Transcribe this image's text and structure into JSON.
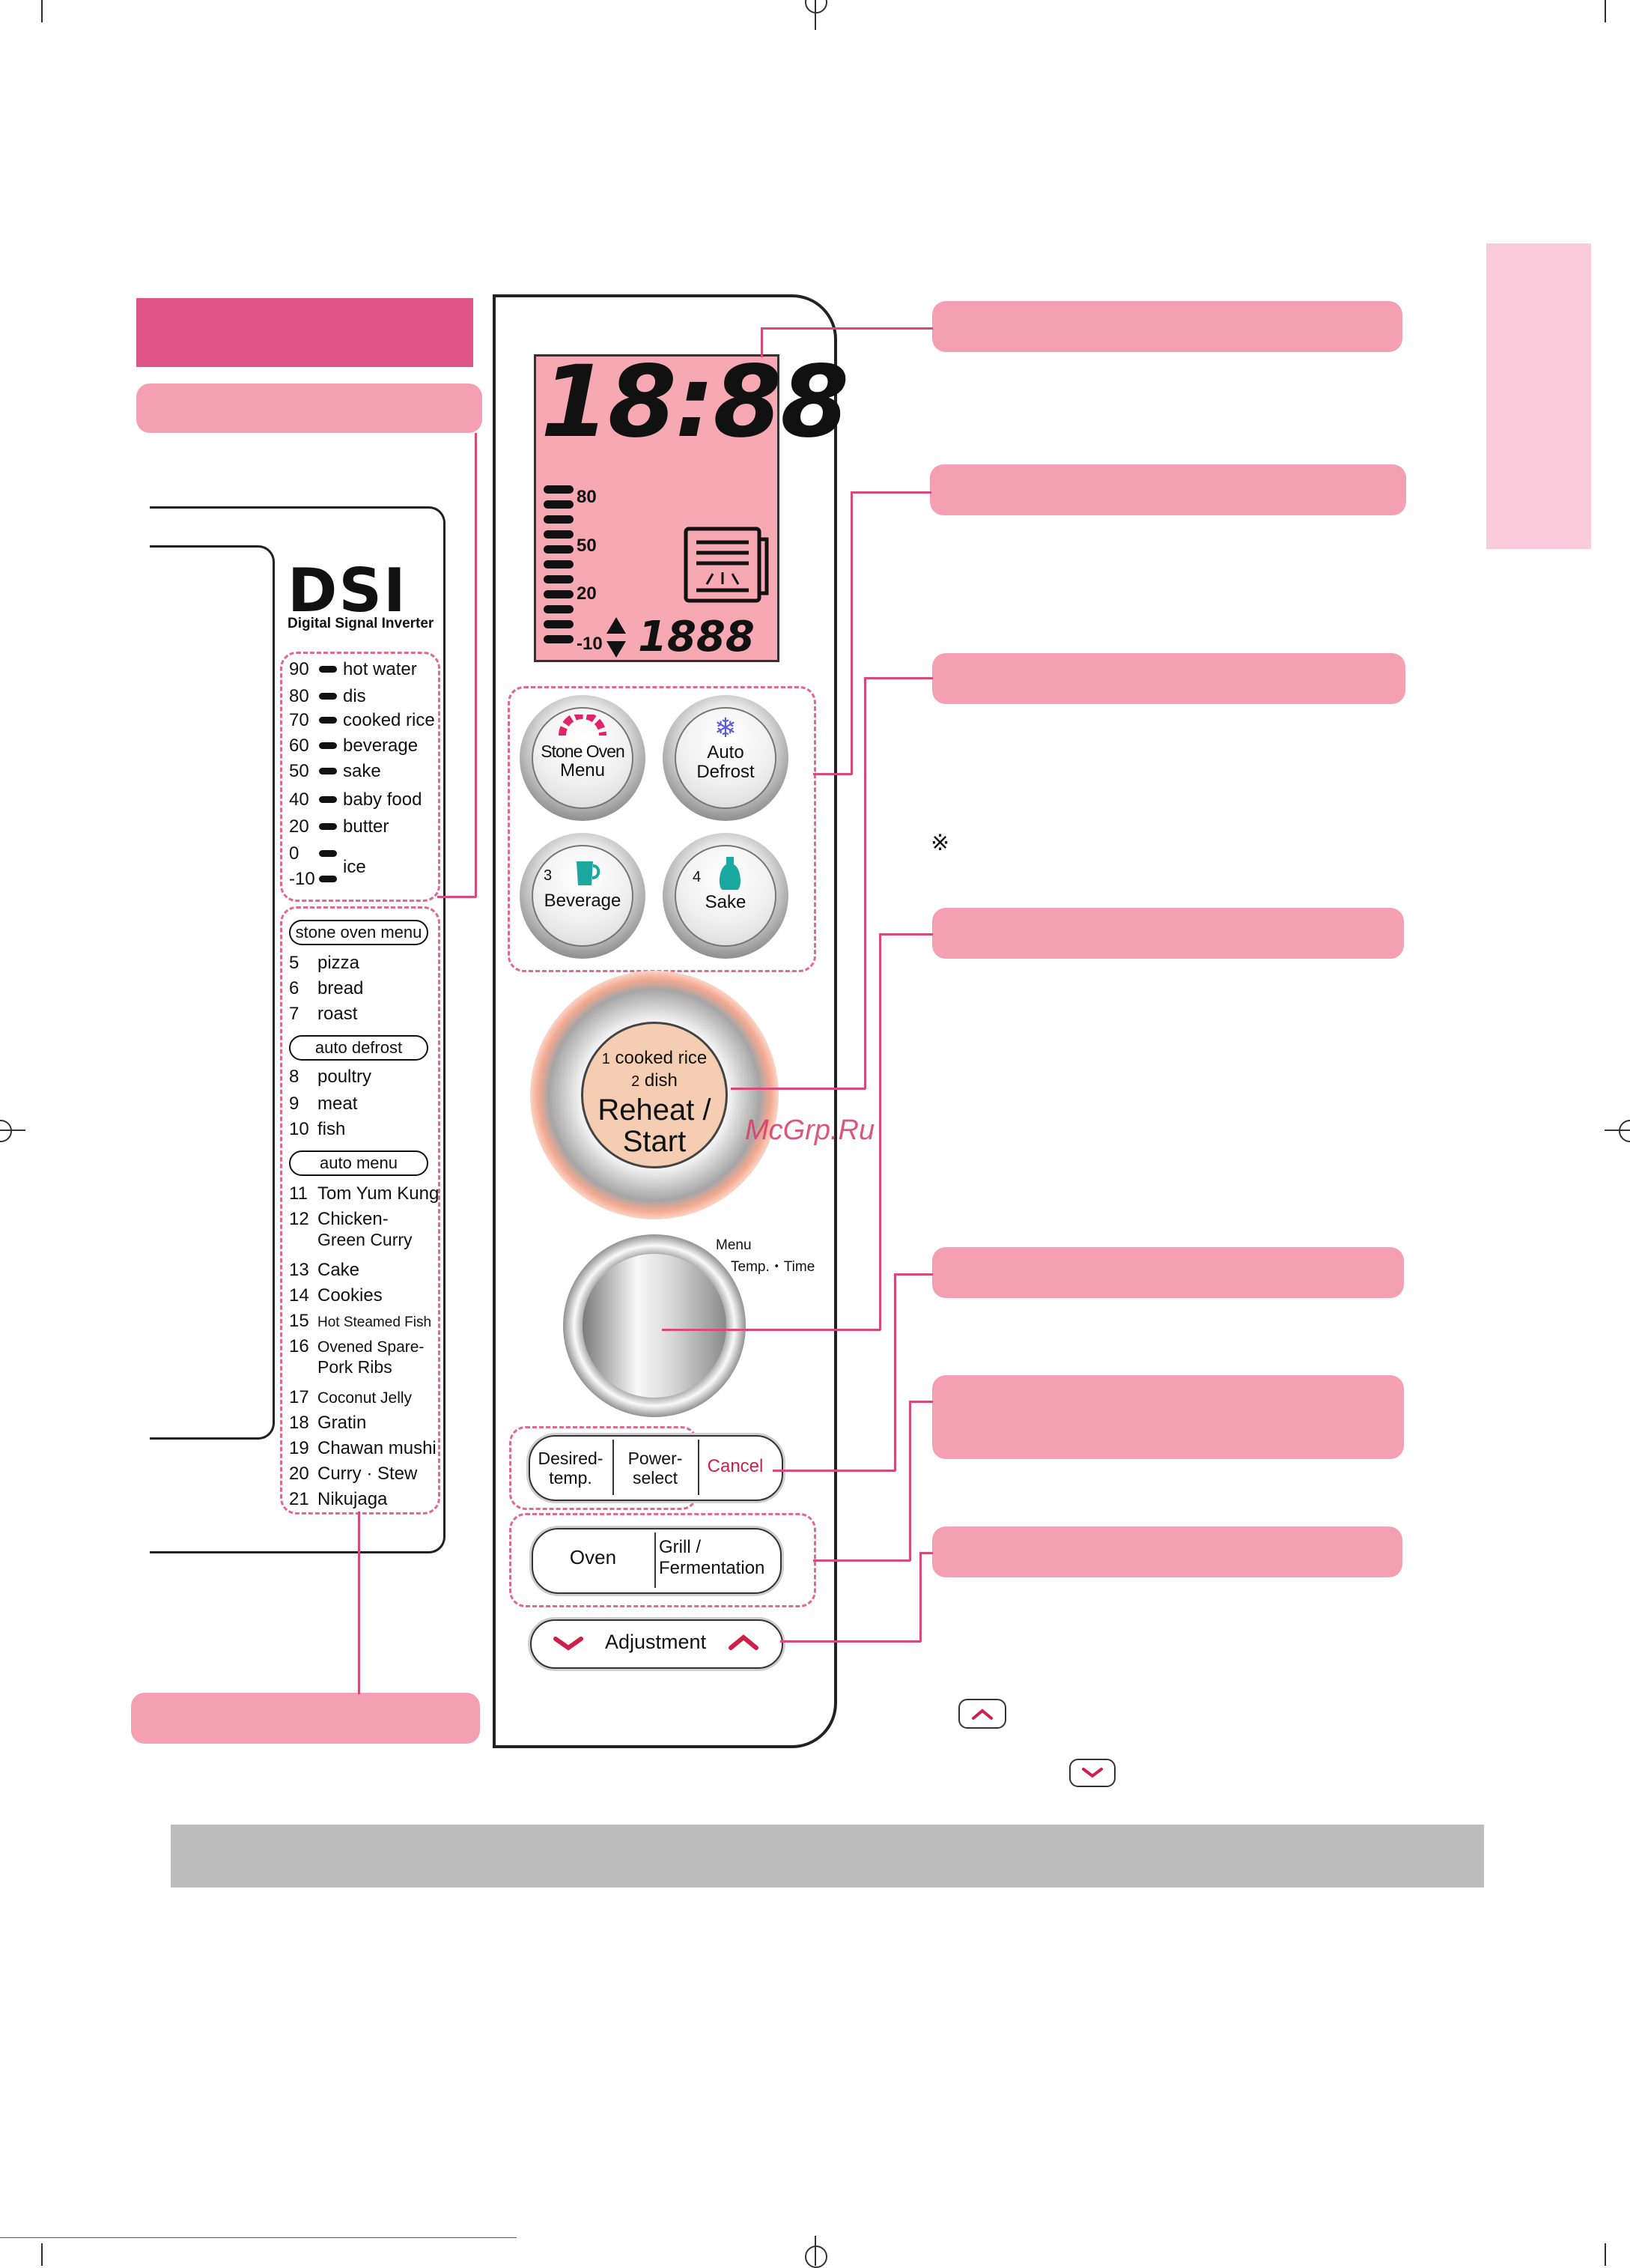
{
  "panel": {
    "brand": "DSI",
    "brand_sub": "Digital Signal Inverter",
    "display": {
      "time_digits": "18:88",
      "small_digits": "1888",
      "scale": [
        "80",
        "50",
        "20",
        "-10"
      ]
    },
    "temperature_legend": [
      {
        "num": "90",
        "label": "hot water"
      },
      {
        "num": "80",
        "label": "dis"
      },
      {
        "num": "70",
        "label": "cooked rice"
      },
      {
        "num": "60",
        "label": "beverage"
      },
      {
        "num": "50",
        "label": "sake"
      },
      {
        "num": "40",
        "label": "baby food"
      },
      {
        "num": "20",
        "label": "butter"
      },
      {
        "num": "0",
        "label": ""
      },
      {
        "num": "-10",
        "label": "ice"
      }
    ],
    "menu_groups": {
      "stone_oven": {
        "title": "stone oven menu",
        "items": [
          {
            "num": "5",
            "label": "pizza"
          },
          {
            "num": "6",
            "label": "bread"
          },
          {
            "num": "7",
            "label": "roast"
          }
        ]
      },
      "auto_defrost": {
        "title": "auto defrost",
        "items": [
          {
            "num": "8",
            "label": "poultry"
          },
          {
            "num": "9",
            "label": "meat"
          },
          {
            "num": "10",
            "label": "fish"
          }
        ]
      },
      "auto_menu": {
        "title": "auto menu",
        "items": [
          {
            "num": "11",
            "label": "Tom Yum Kung"
          },
          {
            "num": "12",
            "label": "Chicken-",
            "label2": "Green Curry"
          },
          {
            "num": "13",
            "label": "Cake"
          },
          {
            "num": "14",
            "label": "Cookies"
          },
          {
            "num": "15",
            "label": "Hot Steamed Fish"
          },
          {
            "num": "16",
            "label": "Ovened Spare-",
            "label2": "Pork Ribs"
          },
          {
            "num": "17",
            "label": "Coconut Jelly"
          },
          {
            "num": "18",
            "label": "Gratin"
          },
          {
            "num": "19",
            "label": "Chawan mushi"
          },
          {
            "num": "20",
            "label": "Curry · Stew"
          },
          {
            "num": "21",
            "label": "Nikujaga"
          }
        ]
      }
    },
    "buttons": {
      "stone_oven_1": "Stone Oven",
      "stone_oven_2": "Menu",
      "auto_defrost_1": "Auto",
      "auto_defrost_2": "Defrost",
      "beverage_num": "3",
      "beverage": "Beverage",
      "sake_num": "4",
      "sake": "Sake",
      "start_line1_num": "1",
      "start_line1": "cooked rice",
      "start_line2_num": "2",
      "start_line2": "dish",
      "start_line3": "Reheat /",
      "start_line4": "Start",
      "dial_label1": "Menu",
      "dial_label2": "Temp.・Time",
      "desired_1": "Desired-",
      "desired_2": "temp.",
      "power_1": "Power-",
      "power_2": "select",
      "cancel": "Cancel",
      "oven": "Oven",
      "grill_1": "Grill /",
      "grill_2": "Fermentation",
      "adjustment": "Adjustment"
    }
  },
  "notes": {
    "reference_mark": "※"
  },
  "watermark": "McGrp.Ru",
  "colors": {
    "callout": "#f5a0b2",
    "title_bar": "#dd5586",
    "side_tab": "#fbcbdb",
    "leader": "#d94a7a",
    "lcd": "#f7a9b3",
    "footer_bar": "#bcbcbc"
  }
}
